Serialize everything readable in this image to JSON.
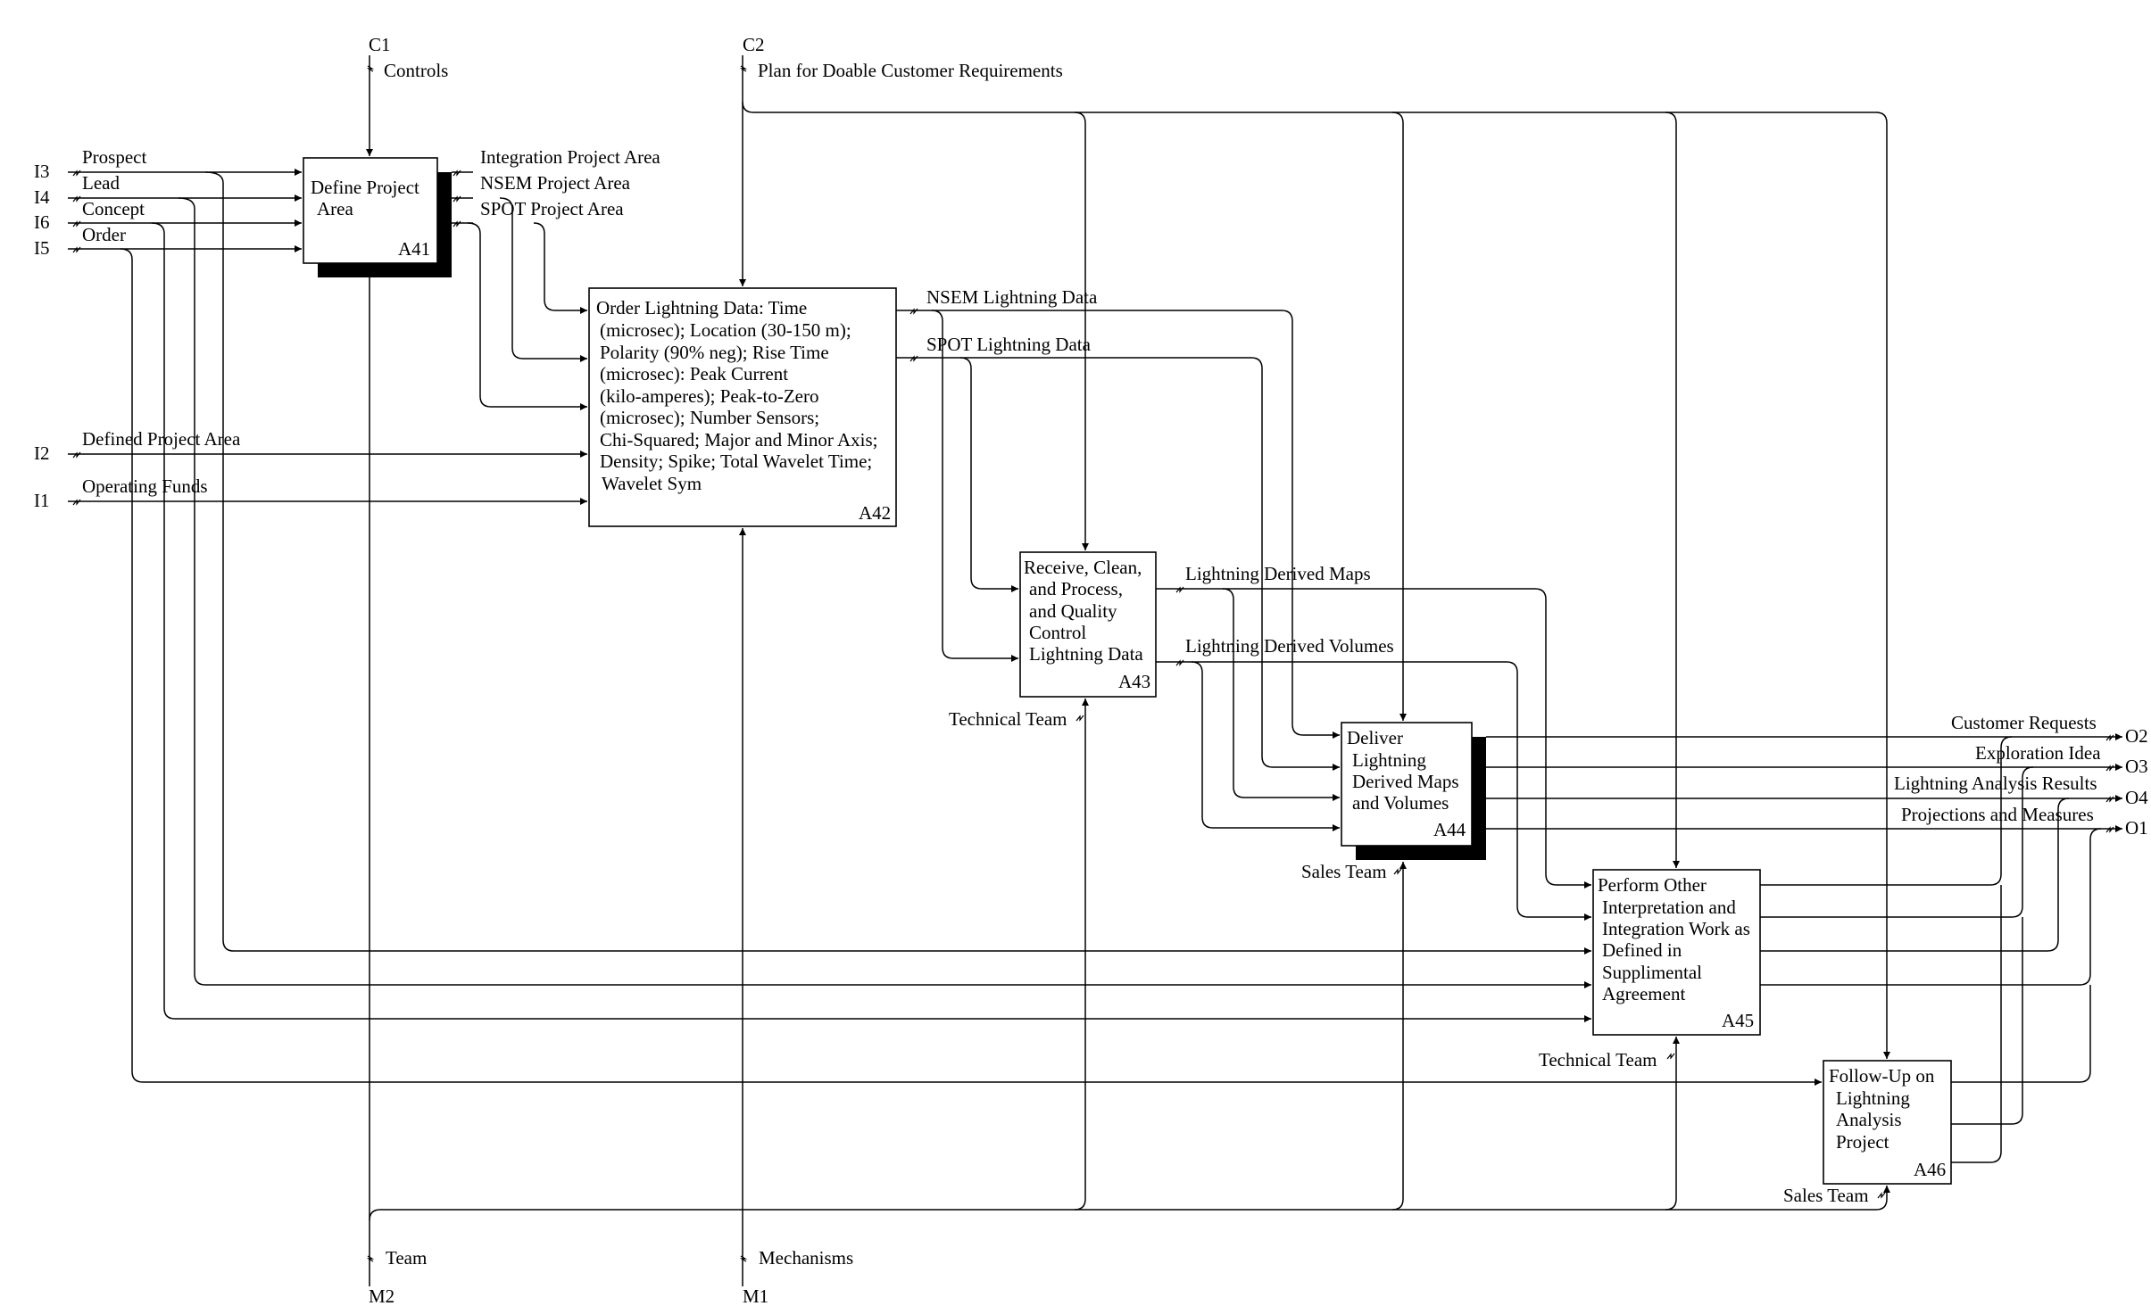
{
  "boundary": {
    "c1": {
      "code": "C1",
      "label": "Controls"
    },
    "c2": {
      "code": "C2",
      "label": "Plan for Doable Customer Requirements"
    },
    "i3": {
      "code": "I3",
      "label": "Prospect"
    },
    "i4": {
      "code": "I4",
      "label": "Lead"
    },
    "i6": {
      "code": "I6",
      "label": "Concept"
    },
    "i5": {
      "code": "I5",
      "label": "Order"
    },
    "i2": {
      "code": "I2",
      "label": "Defined Project Area"
    },
    "i1": {
      "code": "I1",
      "label": "Operating Funds"
    },
    "m2": {
      "code": "M2",
      "label": "Team"
    },
    "m1": {
      "code": "M1",
      "label": "Mechanisms"
    },
    "o2": {
      "code": "O2",
      "label": "Customer Requests"
    },
    "o3": {
      "code": "O3",
      "label": "Exploration Idea"
    },
    "o4": {
      "code": "O4",
      "label": "Lightning Analysis Results"
    },
    "o1": {
      "code": "O1",
      "label": "Projections and Measures"
    }
  },
  "activities": {
    "a41": {
      "id": "A41",
      "lines": [
        "Define Project",
        "Area"
      ]
    },
    "a42": {
      "id": "A42",
      "lines": [
        "Order Lightning Data: Time",
        "(microsec); Location (30-150 m);",
        "Polarity (90% neg); Rise Time",
        "(microsec): Peak Current",
        "(kilo-amperes); Peak-to-Zero",
        "(microsec); Number Sensors;",
        "Chi-Squared; Major and Minor Axis;",
        "Density; Spike; Total Wavelet Time;",
        "Wavelet Sym"
      ]
    },
    "a43": {
      "id": "A43",
      "lines": [
        "Receive, Clean,",
        "and Process,",
        "and Quality",
        "Control",
        "Lightning Data"
      ]
    },
    "a44": {
      "id": "A44",
      "lines": [
        "Deliver",
        "Lightning",
        "Derived Maps",
        "and Volumes"
      ]
    },
    "a45": {
      "id": "A45",
      "lines": [
        "Perform Other",
        "Interpretation and",
        "Integration Work as",
        "Defined in",
        "Supplimental",
        "Agreement"
      ]
    },
    "a46": {
      "id": "A46",
      "lines": [
        "Follow-Up on",
        "Lightning",
        "Analysis",
        "Project"
      ]
    }
  },
  "arrows": {
    "integration_project_area": "Integration Project Area",
    "nsem_project_area": "NSEM Project Area",
    "spot_project_area": "SPOT Project Area",
    "nsem_lightning_data": "NSEM Lightning Data",
    "spot_lightning_data": "SPOT Lightning Data",
    "lightning_derived_maps": "Lightning Derived Maps",
    "lightning_derived_volumes": "Lightning Derived Volumes",
    "technical_team_a43": "Technical Team",
    "sales_team_a44": "Sales Team",
    "technical_team_a45": "Technical Team",
    "sales_team_a46": "Sales Team"
  }
}
